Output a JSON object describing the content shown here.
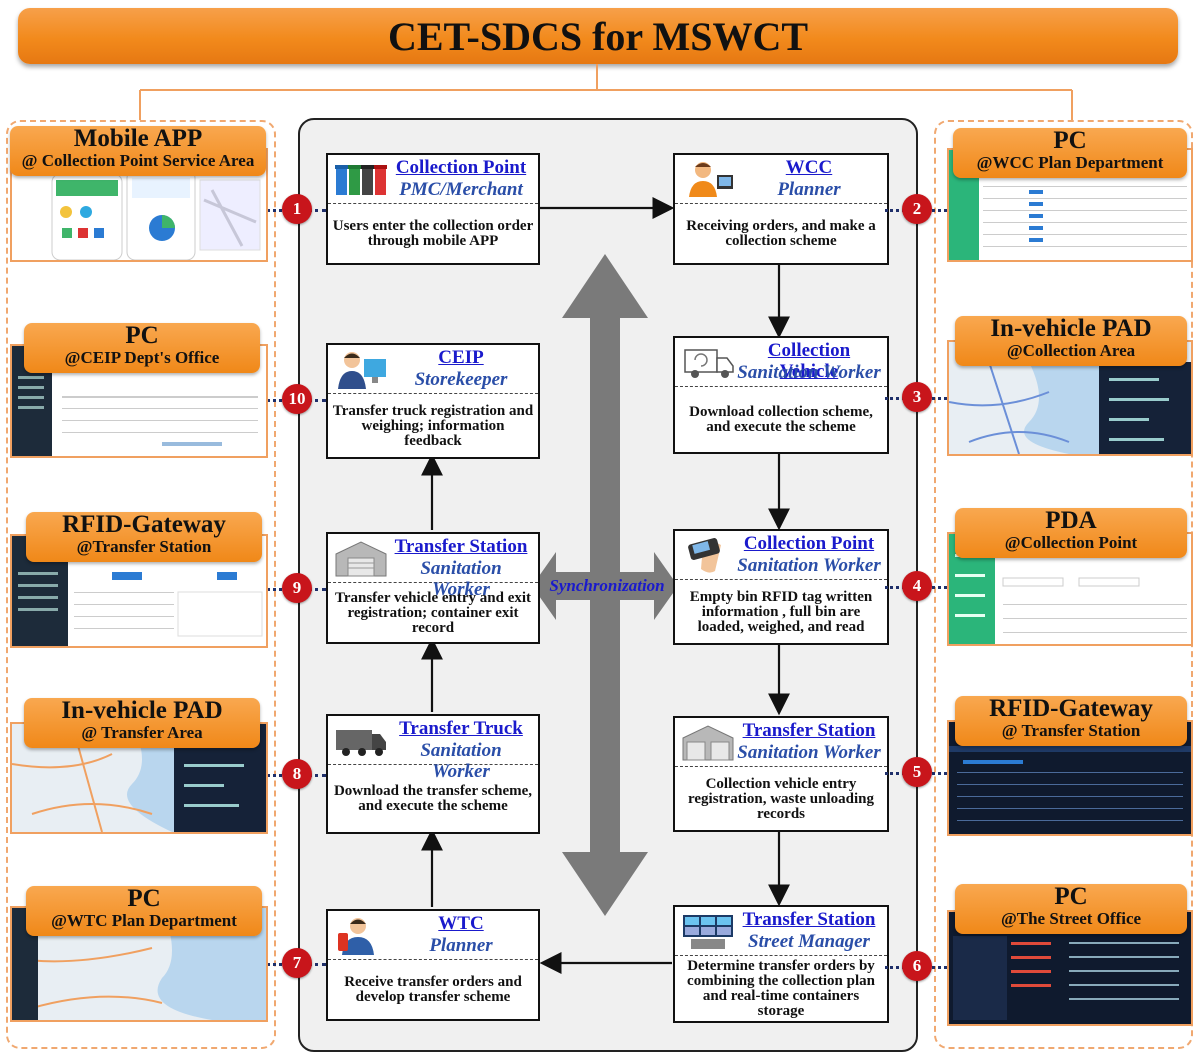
{
  "title": "CET-SDCS for MSWCT",
  "center": {
    "sync_label": "Synchronization"
  },
  "steps": [
    {
      "num": "1",
      "title": "Collection Point",
      "role": "PMC/Merchant",
      "desc": "Users enter the collection order through mobile APP",
      "device": "Mobile APP",
      "location": "@ Collection Point Service Area"
    },
    {
      "num": "2",
      "title": "WCC",
      "role": "Planner",
      "desc": "Receiving orders, and make a collection scheme",
      "device": "PC",
      "location": "@WCC Plan Department"
    },
    {
      "num": "3",
      "title": "Collection Vehicle",
      "role": "Sanitation Worker",
      "desc": "Download collection scheme, and execute the scheme",
      "device": "In-vehicle PAD",
      "location": "@Collection Area"
    },
    {
      "num": "4",
      "title": "Collection Point",
      "role": "Sanitation Worker",
      "desc": "Empty bin RFID tag written information , full bin are loaded, weighed, and read",
      "device": "PDA",
      "location": "@Collection Point"
    },
    {
      "num": "5",
      "title": "Transfer Station",
      "role": "Sanitation Worker",
      "desc": "Collection vehicle entry registration, waste unloading records",
      "device": "RFID-Gateway",
      "location": "@ Transfer Station"
    },
    {
      "num": "6",
      "title": "Transfer Station",
      "role": "Street Manager",
      "desc": "Determine transfer orders by combining the collection plan and real-time containers storage",
      "device": "PC",
      "location": "@The Street Office"
    },
    {
      "num": "7",
      "title": "WTC",
      "role": "Planner",
      "desc": "Receive transfer orders and develop transfer scheme",
      "device": "PC",
      "location": "@WTC Plan Department"
    },
    {
      "num": "8",
      "title": "Transfer Truck",
      "role": "Sanitation Worker",
      "desc": "Download the transfer scheme, and execute the scheme",
      "device": "In-vehicle PAD",
      "location": "@ Transfer Area"
    },
    {
      "num": "9",
      "title": "Transfer Station",
      "role": "Sanitation Worker",
      "desc": "Transfer vehicle entry and exit registration; container exit record",
      "device": "RFID-Gateway",
      "location": "@Transfer Station"
    },
    {
      "num": "10",
      "title": "CEIP",
      "role": "Storekeeper",
      "desc": "Transfer truck registration and weighing; information feedback",
      "device": "PC",
      "location": "@CEIP Dept's Office"
    }
  ],
  "colors": {
    "accent": "#f28a1c",
    "badge": "#c8151b",
    "link_blue": "#1a1acc",
    "role_blue": "#2a4ea8",
    "panel_gray": "#f0f0f0",
    "arrow_gray": "#7a7a7a"
  }
}
